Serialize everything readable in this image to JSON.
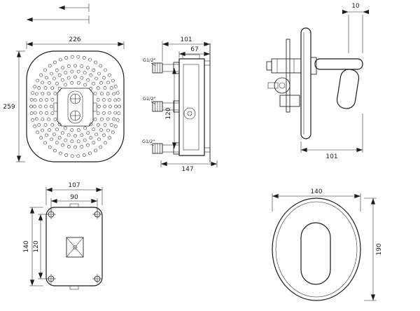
{
  "dims": {
    "front": {
      "width": "226",
      "height": "259"
    },
    "section": {
      "wall_depth": "101",
      "body_depth": "67",
      "port_spacing": "120",
      "total_depth": "147",
      "thread_top": "G1/2\"",
      "thread_mid": "G1/2\"",
      "thread_bot": "G1/2\""
    },
    "side": {
      "tip": "10",
      "projection": "101"
    },
    "bracket": {
      "width": "107",
      "holes_x": "90",
      "height": "140",
      "holes_y": "120"
    },
    "plate": {
      "width": "140",
      "height": "190"
    }
  }
}
